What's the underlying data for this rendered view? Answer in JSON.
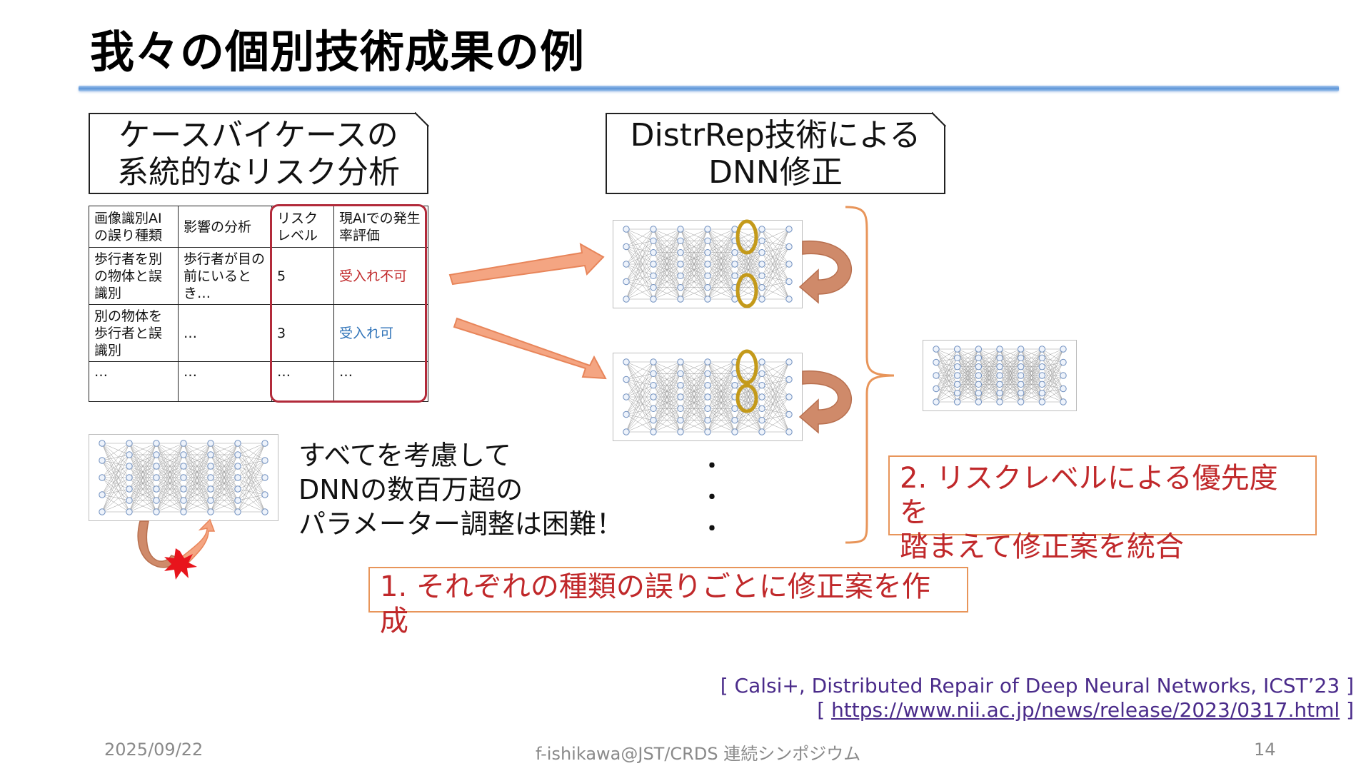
{
  "title": "我々の個別技術成果の例",
  "left_box": {
    "line1": "ケースバイケースの",
    "line2": "系統的なリスク分析"
  },
  "right_box": {
    "line1": "DistrRep技術による",
    "line2": "DNN修正"
  },
  "risk_table": {
    "headers": [
      "画像識別AIの誤り種類",
      "影響の分析",
      "リスクレベル",
      "現AIでの発生率評価"
    ],
    "rows": [
      [
        "歩行者を別の物体と誤識別",
        "歩行者が目の前にいるとき…",
        "5",
        "受入れ不可"
      ],
      [
        "別の物体を歩行者と誤識別",
        "…",
        "3",
        "受入れ可"
      ],
      [
        "…",
        "…",
        "…",
        "…"
      ]
    ]
  },
  "statement": {
    "line1": "すべてを考慮して",
    "line2": "DNNの数百万超の",
    "line3": "パラメーター調整は困難！"
  },
  "dots": [
    "・",
    "・",
    "・"
  ],
  "callout1": "1. それぞれの種類の誤りごとに修正案を作成",
  "callout2": {
    "line1": "2. リスクレベルによる優先度を",
    "line2": "踏まえて修正案を統合"
  },
  "citation": {
    "line1": "[ Calsi+, Distributed Repair of Deep Neural Networks, ICST’23 ]",
    "url_open": "[ ",
    "url": "https://www.nii.ac.jp/news/release/2023/0317.html",
    "url_close": " ]"
  },
  "footer": {
    "date": "2025/09/22",
    "center": "f-ishikawa@JST/CRDS 連続シンポジウム",
    "page": "14"
  },
  "colors": {
    "accent_red": "#c0282a",
    "ok_blue": "#2f73b8",
    "arrow_salmon": "#f4a582",
    "highlight_gold": "#c49a1a",
    "title_rule": "#5b95d8",
    "callout_border": "#e8955a"
  },
  "icons": [
    "neural-network-icon",
    "burst-error-icon",
    "curved-arrow-icon",
    "brace-icon"
  ]
}
